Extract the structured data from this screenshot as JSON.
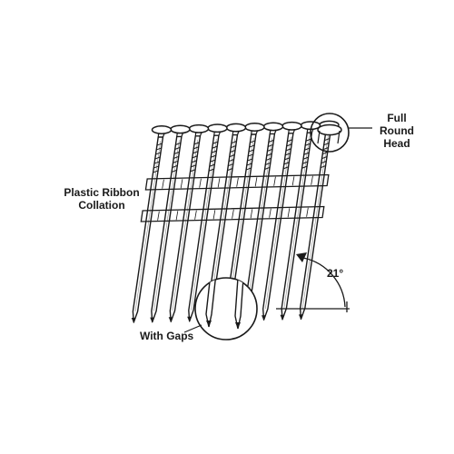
{
  "labels": {
    "ribbon_line1": "Plastic Ribbon",
    "ribbon_line2": "Collation",
    "head_line1": "Full",
    "head_line2": "Round",
    "head_line3": "Head",
    "gaps": "With Gaps",
    "angle": "21°"
  },
  "strip": {
    "nail_count": 10
  },
  "colors": {
    "ink": "#1a1a1a",
    "paper": "#ffffff"
  }
}
